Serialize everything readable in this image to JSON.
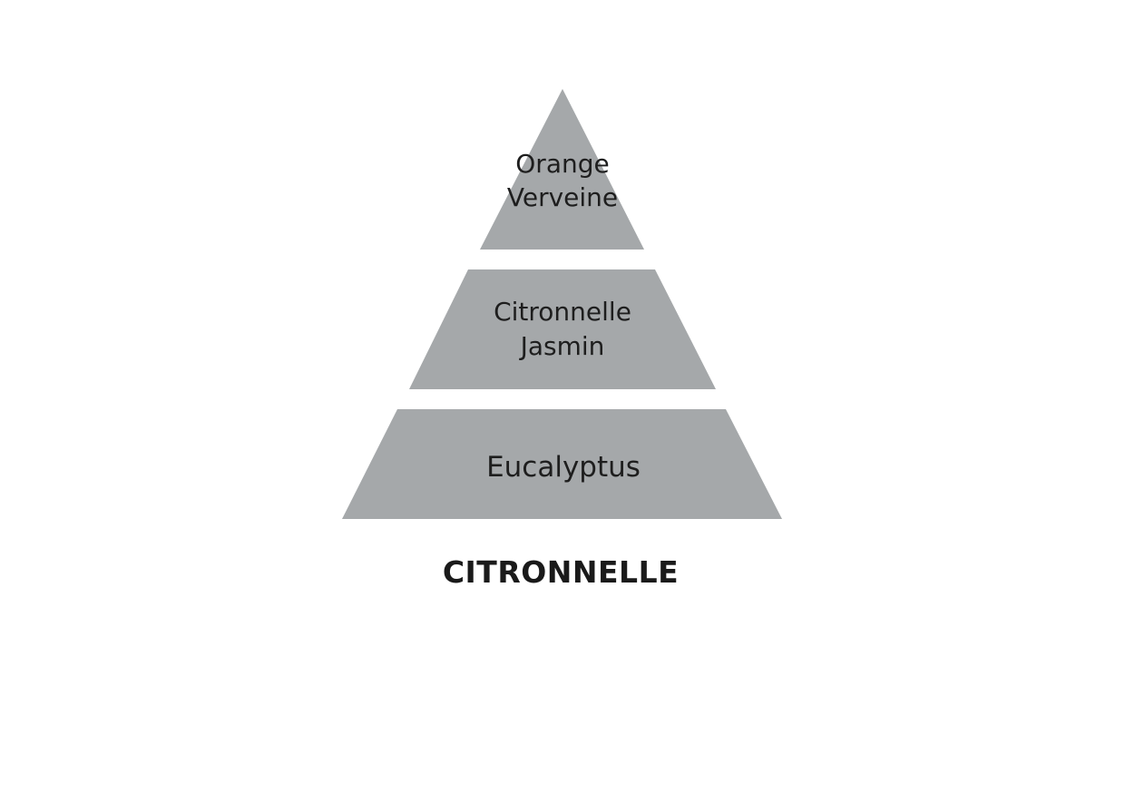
{
  "colors": {
    "tier_fill": "#a5a8aa",
    "text": "#1e1e1e"
  },
  "pyramid": {
    "top_notes": [
      "Orange",
      "Verveine"
    ],
    "heart_notes": [
      "Citronnelle",
      "Jasmin"
    ],
    "base_notes": [
      "Eucalyptus"
    ]
  },
  "title": "CITRONNELLE"
}
